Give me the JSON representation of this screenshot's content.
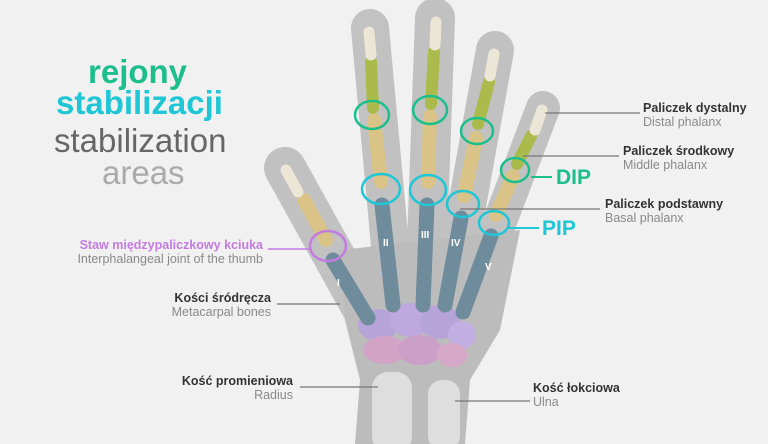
{
  "title": {
    "line1": "rejony",
    "line2": "stabilizacji",
    "line3": "stabilization",
    "line4": "areas"
  },
  "colors": {
    "dip": "#1cbf8c",
    "pip": "#1ec6d6",
    "thumb_joint": "#c47be0",
    "metacarpal": "#6f8c9c",
    "proximal": "#d9c386",
    "middle": "#aabb4c",
    "distal": "#ece6d6"
  },
  "labels": {
    "distal": {
      "pl": "Paliczek dystalny",
      "en": "Distal phalanx"
    },
    "middle": {
      "pl": "Paliczek środkowy",
      "en": "Middle phalanx"
    },
    "basal": {
      "pl": "Paliczek podstawny",
      "en": "Basal phalanx"
    },
    "thumb_joint": {
      "pl": "Staw międzypaliczkowy kciuka",
      "en": "Interphalangeal joint of the thumb"
    },
    "metacarpal": {
      "pl": "Kości śródręcza",
      "en": "Metacarpal bones"
    },
    "radius": {
      "pl": "Kość promieniowa",
      "en": "Radius"
    },
    "ulna": {
      "pl": "Kość łokciowa",
      "en": "Ulna"
    }
  },
  "joints": {
    "dip": "DIP",
    "pip": "PIP"
  },
  "numerals": [
    "I",
    "II",
    "III",
    "IV",
    "V"
  ]
}
